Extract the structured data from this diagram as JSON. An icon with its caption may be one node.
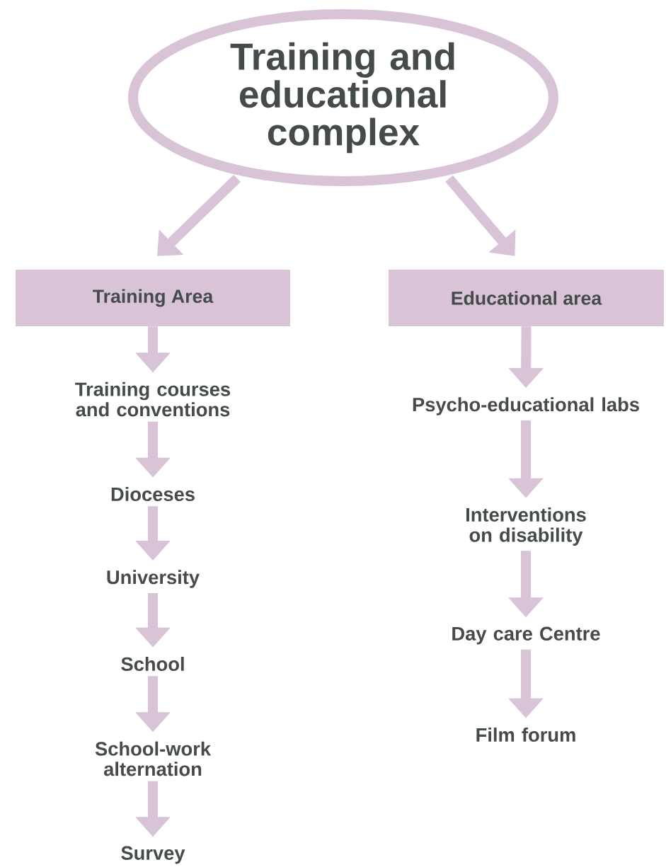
{
  "diagram": {
    "nodes": [
      {
        "text": [
          "Training and educational complex"
        ]
      },
      {
        "text": [
          "Training Area"
        ]
      },
      {
        "text": [
          "Educational area"
        ]
      },
      {
        "text": [
          "Training courses and conventions"
        ]
      },
      {
        "text": [
          "Dioceses"
        ]
      },
      {
        "text": [
          "University"
        ]
      },
      {
        "text": [
          "School"
        ]
      },
      {
        "text": [
          "School-work alternation"
        ]
      },
      {
        "text": [
          "Survey"
        ]
      },
      {
        "text": [
          "Psycho-educational labs"
        ]
      },
      {
        "text": [
          "Interventions on disability"
        ]
      },
      {
        "text": [
          "Day care Centre"
        ]
      },
      {
        "text": [
          "Film forum"
        ]
      }
    ],
    "edges": [
      {
        "from": 0,
        "to": 1,
        "arrow": "to"
      },
      {
        "from": 0,
        "to": 2,
        "arrow": "to"
      },
      {
        "from": 1,
        "to": 3,
        "arrow": "to"
      },
      {
        "from": 3,
        "to": 4,
        "arrow": "to"
      },
      {
        "from": 4,
        "to": 5,
        "arrow": "to"
      },
      {
        "from": 5,
        "to": 6,
        "arrow": "to"
      },
      {
        "from": 6,
        "to": 7,
        "arrow": "to"
      },
      {
        "from": 7,
        "to": 8,
        "arrow": "to"
      },
      {
        "from": 2,
        "to": 9,
        "arrow": "to"
      },
      {
        "from": 9,
        "to": 10,
        "arrow": "to"
      },
      {
        "from": 10,
        "to": 11,
        "arrow": "to"
      },
      {
        "from": 11,
        "to": 12,
        "arrow": "to"
      }
    ]
  }
}
